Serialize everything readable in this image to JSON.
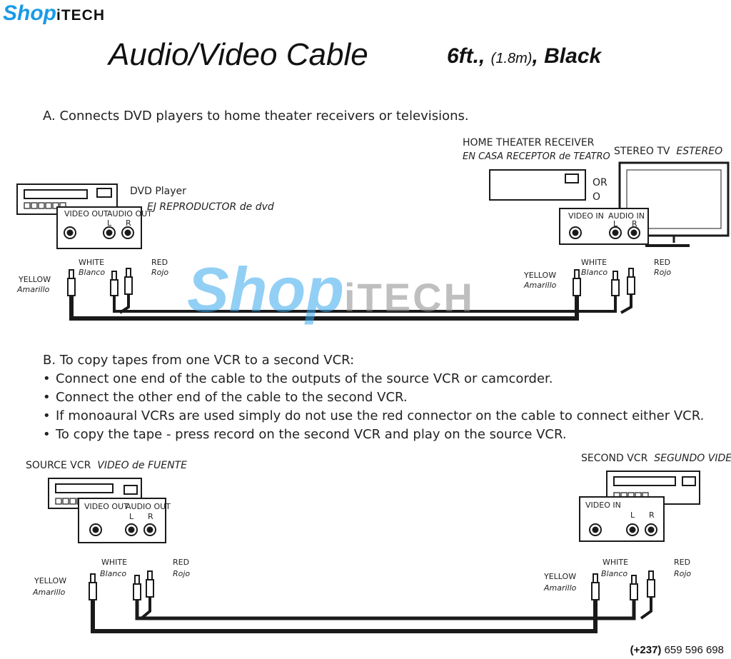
{
  "brand": {
    "logo_part1": "Shop",
    "logo_part2": "iTECH",
    "watermark_part1": "Shop",
    "watermark_part2": "iTECH"
  },
  "header": {
    "title": "Audio/Video Cable",
    "spec_length": "6ft., ",
    "spec_metric": "(1.8m)",
    "spec_color": ", Black"
  },
  "section_a": {
    "heading": "A. Connects DVD players to home theater receivers or televisions.",
    "dvd_label": "DVD Player",
    "dvd_label_es": "EJ REPRODUCTOR de dvd",
    "receiver_label": "HOME THEATER RECEIVER",
    "receiver_label_es": "EN CASA RECEPTOR de TEATRO",
    "tv_label": "STEREO TV",
    "tv_label_es": "ESTEREO",
    "or_en": "OR",
    "or_es": "O",
    "left_cable": {
      "yellow": "YELLOW",
      "yellow_es": "Amarillo",
      "white": "WHITE",
      "white_es": "Blanco",
      "red": "RED",
      "red_es": "Rojo"
    },
    "right_cable": {
      "yellow": "YELLOW",
      "yellow_es": "Amarillo",
      "white": "WHITE",
      "white_es": "Blanco",
      "red": "RED",
      "red_es": "Rojo"
    }
  },
  "section_b": {
    "heading": "B. To copy tapes from one VCR to a second VCR:",
    "bullets": [
      "Connect one end of the cable to the outputs of the source VCR or camcorder.",
      "Connect the other end of the cable to the second VCR.",
      "If monoaural VCRs are used simply do not use the red connector on the cable to connect either VCR.",
      "To copy the tape - press record on the second VCR and play on the source VCR."
    ],
    "source_label": "SOURCE VCR",
    "source_label_es": "VIDEO de FUENTE",
    "second_label": "SECOND VCR",
    "second_label_es": "SEGUNDO VIDEO",
    "left_cable": {
      "yellow": "YELLOW",
      "yellow_es": "Amarillo",
      "white": "WHITE",
      "white_es": "Blanco",
      "red": "RED",
      "red_es": "Rojo"
    },
    "right_cable": {
      "yellow": "YELLOW",
      "yellow_es": "Amarillo",
      "white": "WHITE",
      "white_es": "Blanco",
      "red": "RED",
      "red_es": "Rojo"
    }
  },
  "panel_labels": {
    "video_out": "VIDEO OUT",
    "audio_out": "AUDIO OUT",
    "video_in": "VIDEO IN",
    "audio_in": "AUDIO IN",
    "left": "L",
    "right": "R"
  },
  "footer": {
    "phone_code": "(+237)",
    "phone_number": "659 596 698"
  }
}
